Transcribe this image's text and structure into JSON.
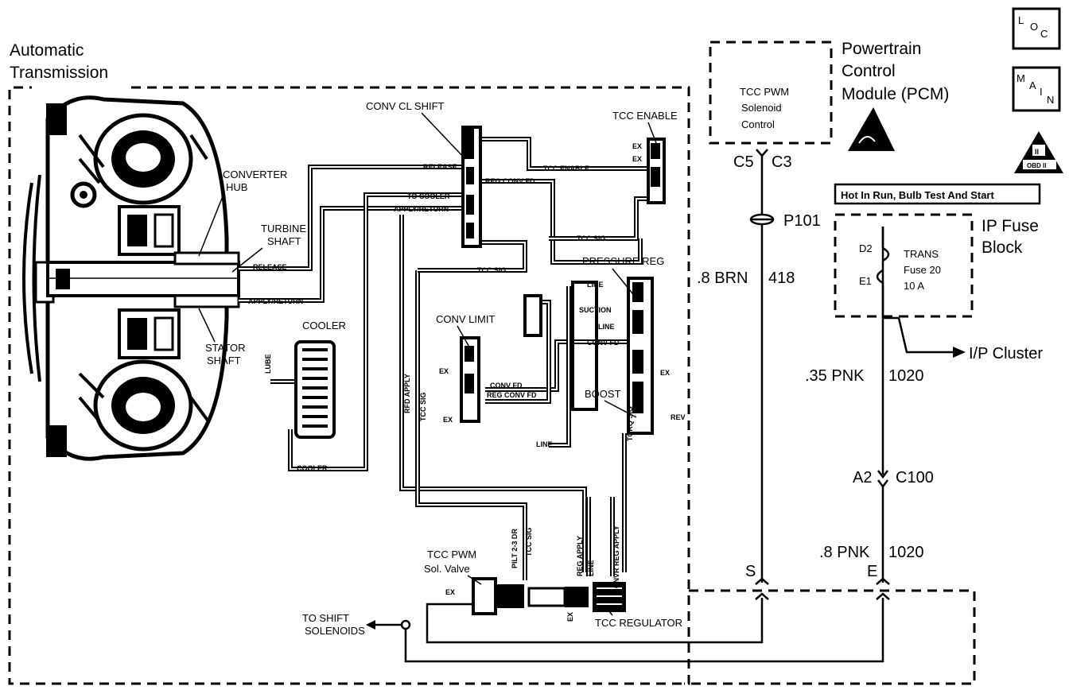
{
  "transmission": {
    "title_line1": "Automatic",
    "title_line2": "Transmission",
    "converter_hub_line1": "CONVERTER",
    "converter_hub_line2": "HUB",
    "turbine_shaft_line1": "TURBINE",
    "turbine_shaft_line2": "SHAFT",
    "stator_shaft_line1": "STATOR",
    "stator_shaft_line2": "SHAFT",
    "release": "RELEASE",
    "apply_return": "APPLY/RETURN",
    "cooler": "COOLER",
    "lube": "LUBE",
    "cooler_small": "COOLER"
  },
  "valves": {
    "conv_cl_shift": "CONV CL SHIFT",
    "tcc_enable": "TCC ENABLE",
    "release": "RELEASE",
    "tcc_enable_line": "TCC ENABLE",
    "reg_conv_fd": "REG CONV FD",
    "to_cooler": "TO COOLER",
    "apply_return": "APPLY/RETURN",
    "tcc_sig": "TCC SIG",
    "tcc_sig2": "TCC SIG",
    "ex": "EX",
    "ex2": "EX",
    "pressure_reg": "PRESSURE REG",
    "line": "LINE",
    "suction": "SUCTION",
    "line2": "LINE",
    "conv_fd": "CONV FD",
    "conv_limit": "CONV LIMIT",
    "conv_fd2": "CONV FD",
    "reg_conv_fd2": "REG CONV FD",
    "boost": "BOOST",
    "rev": "REV",
    "ex3": "EX",
    "ex4": "EX",
    "ex5": "EX",
    "line3": "LINE",
    "torq_sig": "TORQ SIG",
    "rfd_apply": "RFD APPLY",
    "tcc_sig3": "TCC SIG"
  },
  "solenoid": {
    "title_line1": "TCC PWM",
    "title_line2": "Sol. Valve",
    "pilot": "PILT 2-3 DR",
    "tcc_sig": "TCC SIG",
    "reg_apply": "REG APPLY",
    "line": "LINE",
    "cnvr_reg_apply": "CNVR REG APPLY",
    "ex": "EX",
    "ex2": "EX",
    "tcc_regulator": "TCC REGULATOR",
    "to_shift_line1": "TO SHIFT",
    "to_shift_line2": "SOLENOIDS"
  },
  "pcm": {
    "box_line1": "TCC PWM",
    "box_line2": "Solenoid",
    "box_line3": "Control",
    "title_line1": "Powertrain",
    "title_line2": "Control",
    "title_line3": "Module (PCM)",
    "c5": "C5",
    "c3": "C3",
    "s": "S",
    "e": "E"
  },
  "wiring": {
    "p101": "P101",
    "wire1_gauge": ".8 BRN",
    "wire1_circuit": "418",
    "wire2_gauge": ".35 PNK",
    "wire2_circuit": "1020",
    "a2": "A2",
    "c100": "C100",
    "wire3_gauge": ".8 PNK",
    "wire3_circuit": "1020",
    "ip_cluster": "I/P Cluster"
  },
  "fuse_block": {
    "hot_label": "Hot In Run, Bulb Test And Start",
    "title_line1": "IP Fuse",
    "title_line2": "Block",
    "d2": "D2",
    "e1": "E1",
    "fuse_line1": "TRANS",
    "fuse_line2": "Fuse 20",
    "fuse_line3": "10 A"
  },
  "icons": {
    "loc_o": "O",
    "loc_l": "L",
    "loc_c": "C",
    "main_m": "M",
    "main_a": "A",
    "main_i": "I",
    "main_n": "N",
    "obd_ii": "II",
    "obd_text": "OBD II"
  }
}
